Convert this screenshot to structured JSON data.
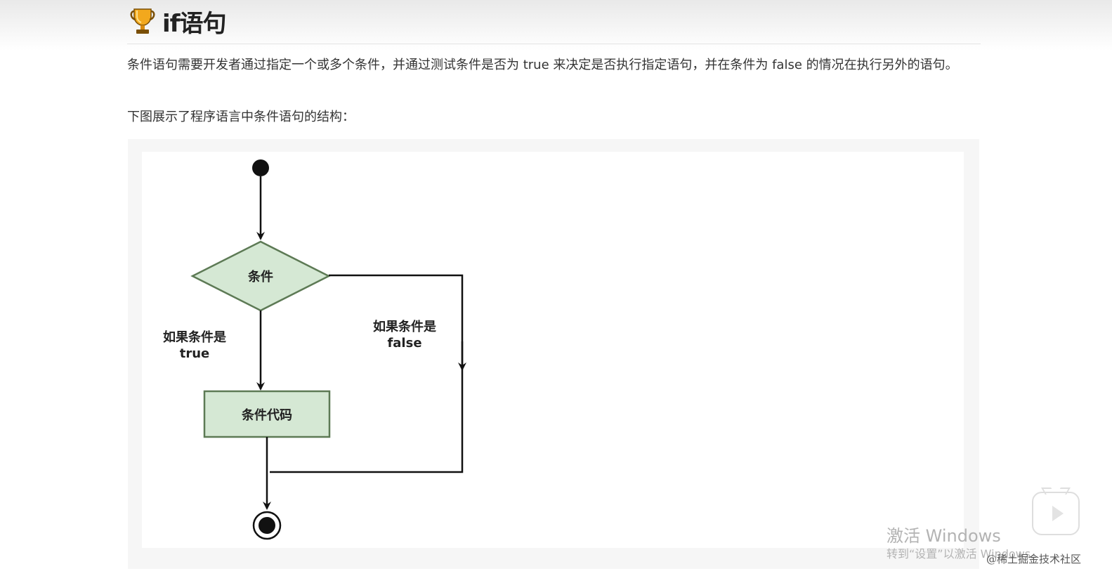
{
  "heading": {
    "title": "if语句",
    "icon": "trophy-icon"
  },
  "paragraphs": {
    "intro": "条件语句需要开发者通过指定一个或多个条件，并通过测试条件是否为 true 来决定是否执行指定语句，并在条件为 false 的情况在执行另外的语句。",
    "figure_caption": "下图展示了程序语言中条件语句的结构："
  },
  "flowchart": {
    "condition_label": "条件",
    "true_label_line1": "如果条件是",
    "true_label_line2": "true",
    "false_label_line1": "如果条件是",
    "false_label_line2": "false",
    "code_label": "条件代码",
    "colors": {
      "shape_fill": "#d5e8d4",
      "shape_stroke": "#5d7a55",
      "line": "#111111"
    }
  },
  "overlay": {
    "watermark_title": "激活 Windows",
    "watermark_sub": "转到“设置”以激活 Windows。",
    "credit": "@稀土掘金技术社区",
    "play_icon": "play-icon"
  }
}
